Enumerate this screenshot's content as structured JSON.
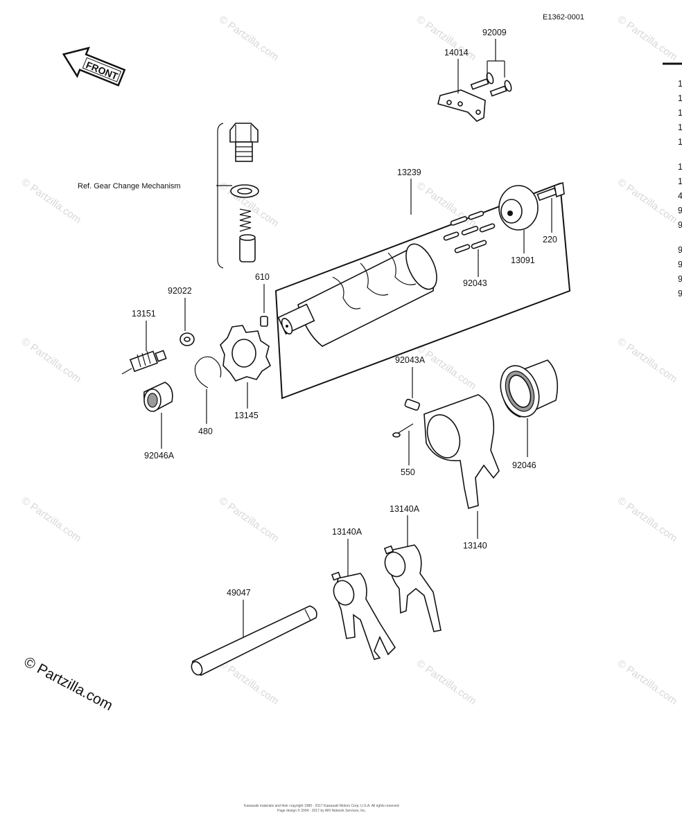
{
  "diagram_id": "E1362-0001",
  "front_label": "FRONT",
  "ref_note": "Ref. Gear Change Mechanism",
  "parts": {
    "p14014": "14014",
    "p92009": "92009",
    "p13239": "13239",
    "p220": "220",
    "p13091": "13091",
    "p92043": "92043",
    "p610": "610",
    "p92022": "92022",
    "p13151": "13151",
    "p480": "480",
    "p13145": "13145",
    "p92046A": "92046A",
    "p92043A": "92043A",
    "p550": "550",
    "p92046": "92046",
    "p13140": "13140",
    "p13140A_1": "13140A",
    "p13140A_2": "13140A",
    "p49047": "49047"
  },
  "watermark": "© Partzilla.com",
  "copyright_line1": "Kawasaki materials and their copyright 1980 - 2017 Kawasaki Motors Corp. U.S.A. All rights reserved",
  "copyright_line2": "Page design © 2004 - 2017 by ARI Network Services, Inc.",
  "right_edge_glyphs": [
    "1",
    "1",
    "1",
    "1",
    "1",
    "1",
    "1",
    "4",
    "9",
    "9",
    "9",
    "9",
    "9",
    "9"
  ]
}
